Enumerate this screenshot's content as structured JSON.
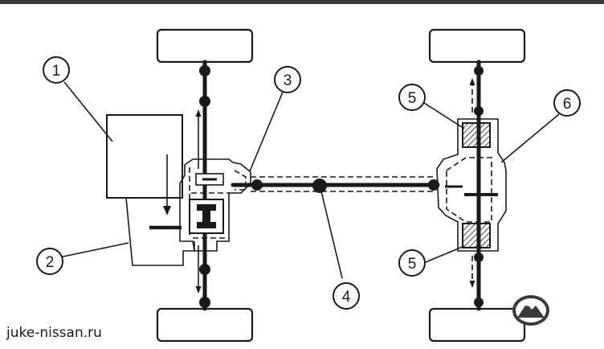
{
  "watermark": {
    "text": "juke-nissan.ru"
  },
  "callouts": [
    {
      "id": "1",
      "label": "1"
    },
    {
      "id": "2",
      "label": "2"
    },
    {
      "id": "3",
      "label": "3"
    },
    {
      "id": "4",
      "label": "4"
    },
    {
      "id": "5a",
      "label": "5"
    },
    {
      "id": "5b",
      "label": "5"
    },
    {
      "id": "6",
      "label": "6"
    }
  ],
  "colors": {
    "line": "#1a1a1a",
    "background": "#ffffff",
    "top_bar": "#3a3a3a"
  },
  "icons": {
    "site_logo": "mountain-badge-icon"
  }
}
